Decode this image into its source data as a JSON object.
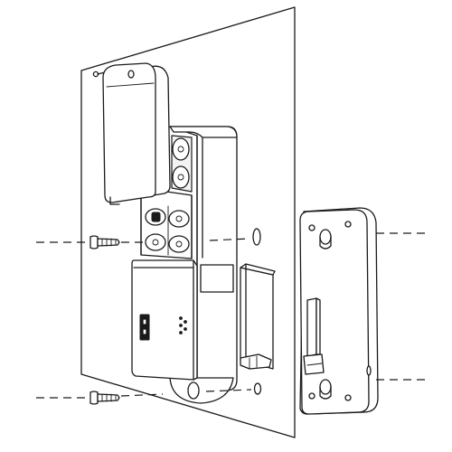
{
  "figure": {
    "kind": "exploded-assembly-line-drawing",
    "stroke_color": "#1a1a1a",
    "background_color": "#ffffff",
    "parts": [
      {
        "name": "mounting-panel-door",
        "icon": "panel-shape"
      },
      {
        "name": "battery-cover",
        "icon": "cover-shape"
      },
      {
        "name": "lock-body",
        "icon": "housing-shape"
      },
      {
        "name": "battery-compartment",
        "icon": "battery-shape"
      },
      {
        "name": "mounting-screw-upper",
        "icon": "screw-shape"
      },
      {
        "name": "mounting-screw-lower",
        "icon": "screw-shape"
      },
      {
        "name": "strike-plate",
        "icon": "plate-shape"
      },
      {
        "name": "latch-bolt",
        "icon": "bolt-shape"
      }
    ]
  }
}
